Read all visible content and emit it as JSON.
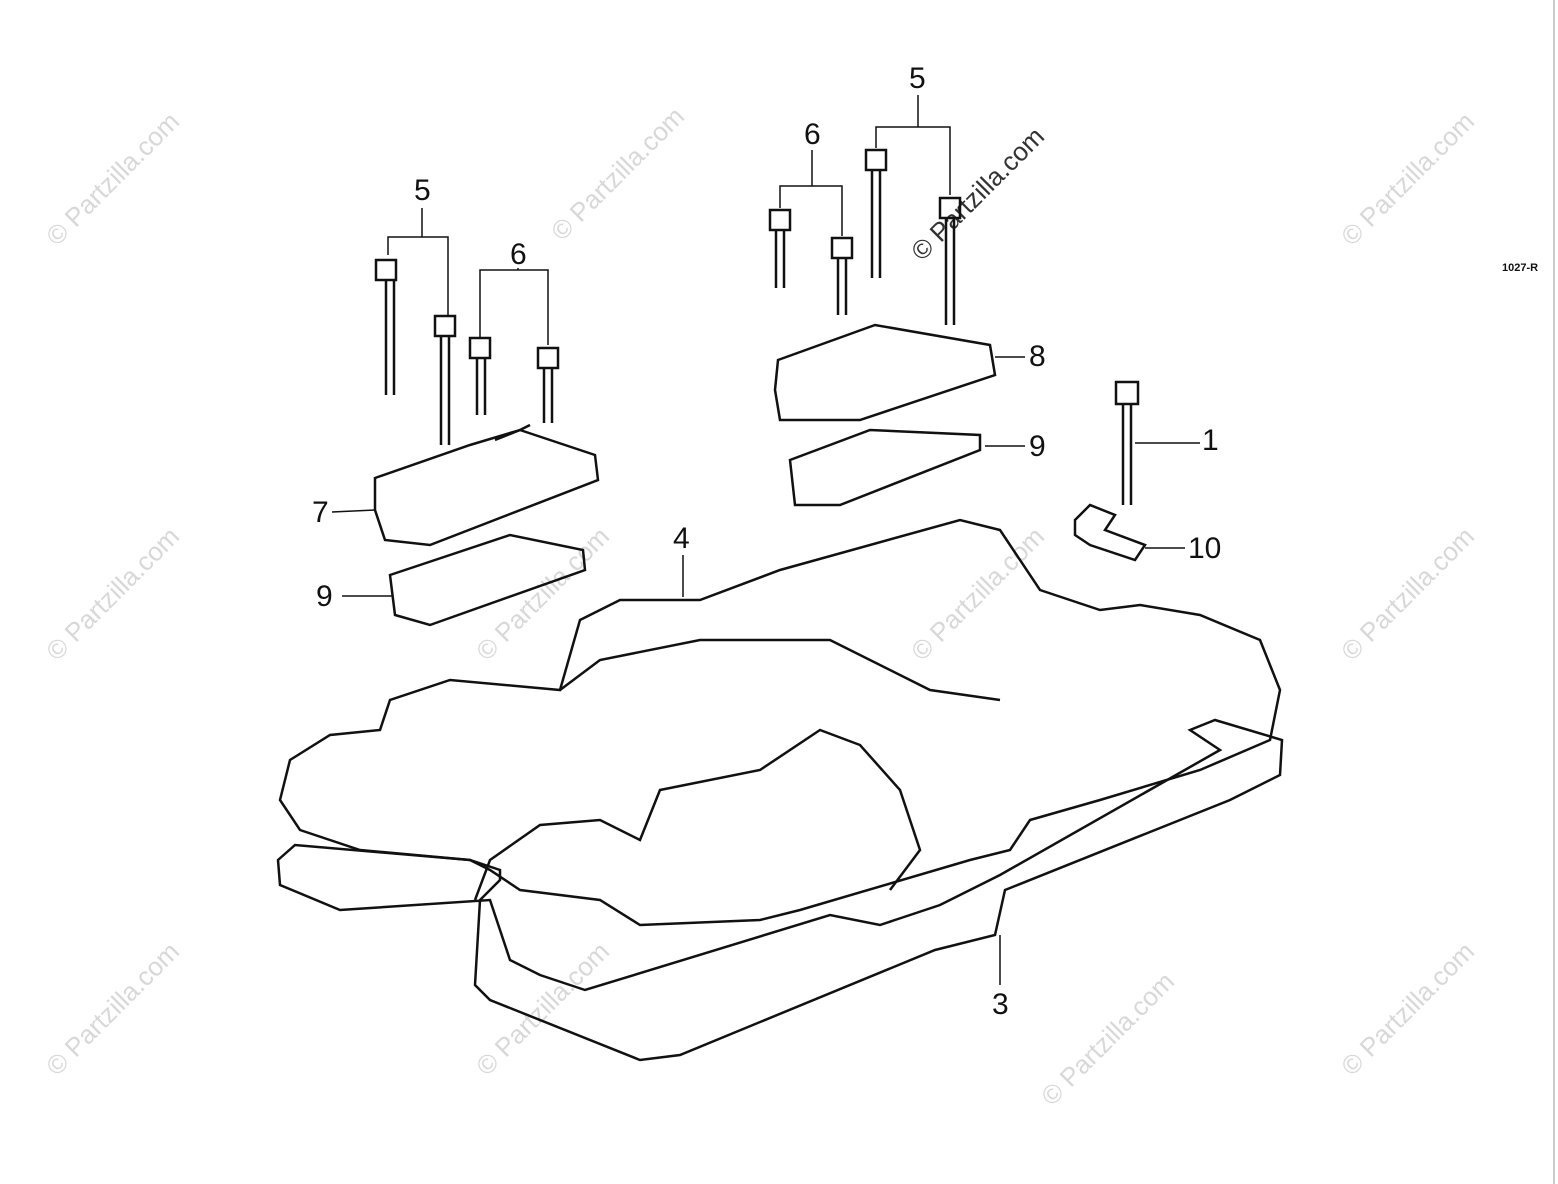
{
  "diagram_code": "1027-R",
  "watermark": "© Partzilla.com",
  "callouts": [
    {
      "id": "c1",
      "text": "1"
    },
    {
      "id": "c3",
      "text": "3"
    },
    {
      "id": "c4",
      "text": "4"
    },
    {
      "id": "c5a",
      "text": "5"
    },
    {
      "id": "c5b",
      "text": "5"
    },
    {
      "id": "c6a",
      "text": "6"
    },
    {
      "id": "c6b",
      "text": "6"
    },
    {
      "id": "c7",
      "text": "7"
    },
    {
      "id": "c8",
      "text": "8"
    },
    {
      "id": "c9a",
      "text": "9"
    },
    {
      "id": "c9b",
      "text": "9"
    },
    {
      "id": "c10",
      "text": "10"
    }
  ]
}
